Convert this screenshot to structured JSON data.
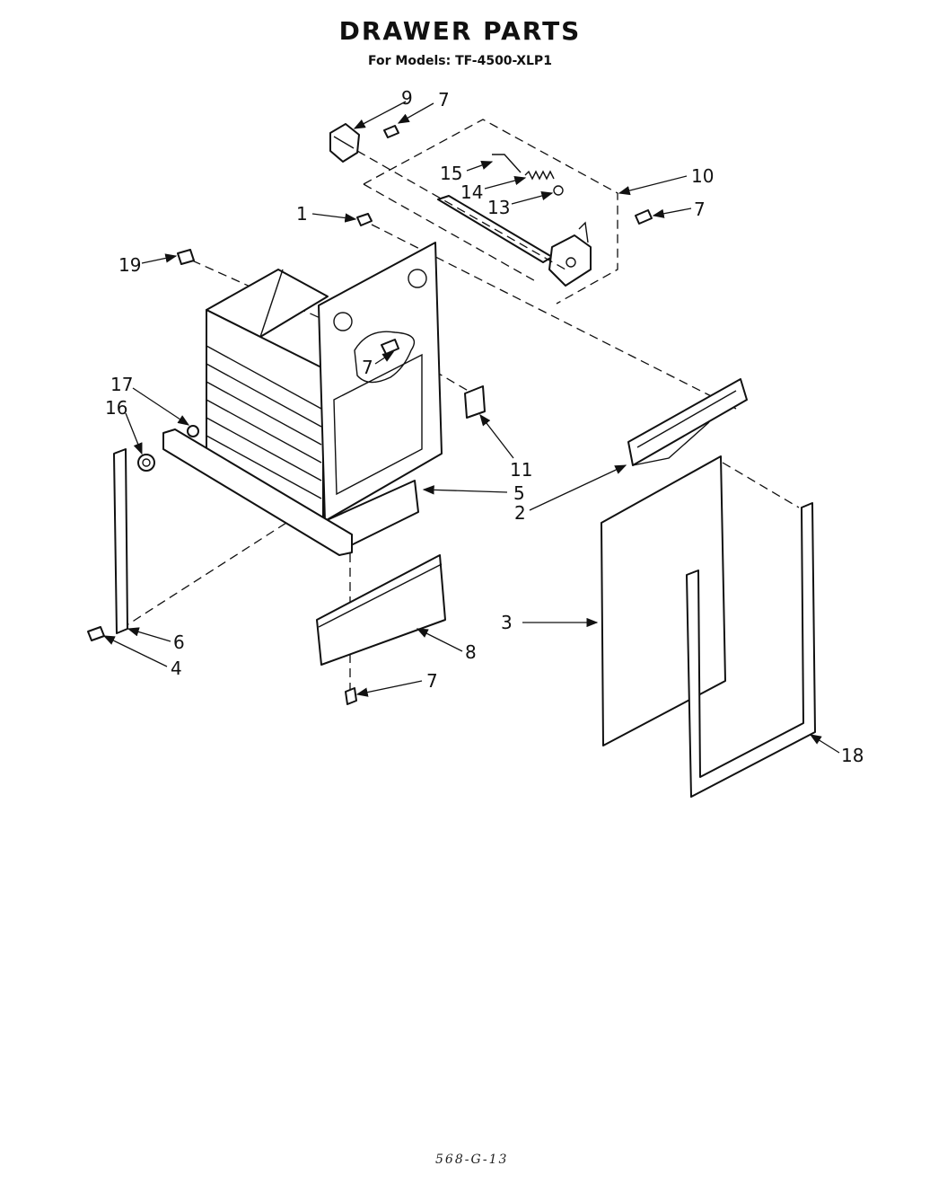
{
  "document": {
    "title": "DRAWER PARTS",
    "subtitle": "For Models:  TF-4500-XLP1",
    "footer_code": "568-G-13"
  },
  "callouts": {
    "c9": "9",
    "c7_top": "7",
    "c15": "15",
    "c14": "14",
    "c13": "13",
    "c10": "10",
    "c7_right": "7",
    "c1": "1",
    "c19": "19",
    "c7_mid": "7",
    "c17": "17",
    "c16": "16",
    "c11": "11",
    "c5": "5",
    "c2": "2",
    "c3": "3",
    "c6": "6",
    "c4": "4",
    "c8": "8",
    "c7_bottom": "7",
    "c18": "18"
  }
}
